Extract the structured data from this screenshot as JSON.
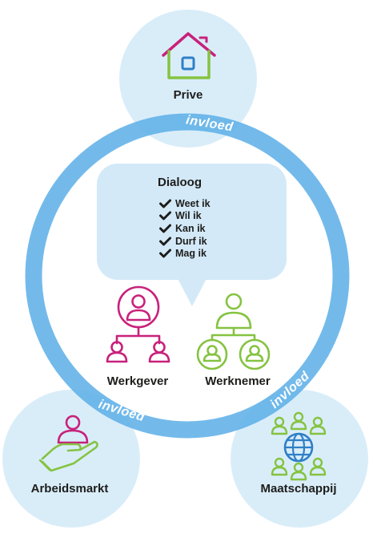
{
  "diagram": {
    "colors": {
      "ring": "#5aaee8",
      "bubble": "#d9edf9",
      "dialog_bg": "#d3e9f8",
      "pink": "#c8217b",
      "green": "#85c341",
      "blue": "#2f7fc6",
      "text": "#1d1d1b"
    },
    "top_node": {
      "label": "Prive",
      "icon": "house-icon"
    },
    "ring_labels": [
      "invloed",
      "invloed",
      "invloed"
    ],
    "dialog": {
      "title": "Dialoog",
      "items": [
        "Weet ik",
        "Wil ik",
        "Kan ik",
        "Durf ik",
        "Mag ik"
      ]
    },
    "roles": [
      {
        "label": "Werkgever",
        "icon": "employer-hierarchy-icon"
      },
      {
        "label": "Werknemer",
        "icon": "employee-hierarchy-icon"
      }
    ],
    "bottom_nodes": [
      {
        "label": "Arbeidsmarkt",
        "icon": "hand-person-icon"
      },
      {
        "label": "Maatschappij",
        "icon": "globe-people-icon"
      }
    ]
  }
}
